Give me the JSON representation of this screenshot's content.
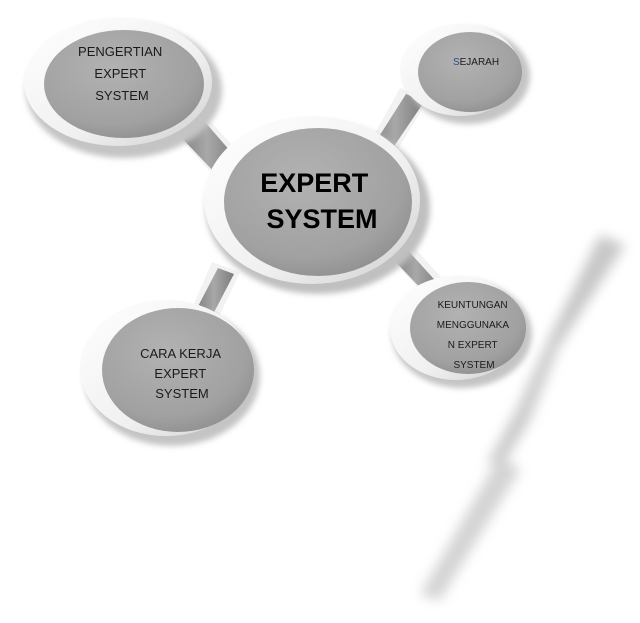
{
  "diagram": {
    "center": {
      "lines": [
        "EXPERT",
        "SYSTEM"
      ]
    },
    "nodes": {
      "pengertian": {
        "lines": [
          "PENGERTIAN",
          "EXPERT",
          "SYSTEM"
        ]
      },
      "sejarah": {
        "prefix": "S",
        "rest": "EJARAH"
      },
      "cara_kerja": {
        "lines": [
          "CARA KERJA",
          "EXPERT",
          "SYSTEM"
        ]
      },
      "keuntungan": {
        "lines": [
          "KEUNTUNGAN",
          "MENGGUNAKA",
          "N EXPERT",
          "SYSTEM"
        ]
      }
    },
    "colors": {
      "node_fill": "#a3a3a3",
      "rim": "#f4f4f4",
      "shadow": "#bdbdbd",
      "connector": "#8f8f8f",
      "sejarah_accent": "#2f4a8a"
    }
  }
}
